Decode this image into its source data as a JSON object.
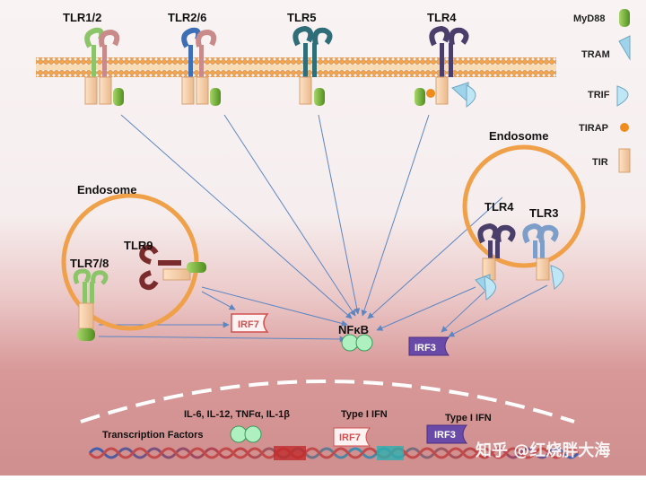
{
  "receptors": {
    "tlr12": "TLR1/2",
    "tlr26": "TLR2/6",
    "tlr5": "TLR5",
    "tlr4_surface": "TLR4",
    "tlr9": "TLR9",
    "tlr78": "TLR7/8",
    "tlr4_endo": "TLR4",
    "tlr3": "TLR3"
  },
  "compartments": {
    "endosome_left": "Endosome",
    "endosome_right": "Endosome"
  },
  "legend": {
    "myd88": "MyD88",
    "tram": "TRAM",
    "trif": "TRIF",
    "tirap": "TIRAP",
    "tir": "TIR"
  },
  "signals": {
    "irf7": "IRF7",
    "nfkb": "NFκB",
    "irf3": "IRF3"
  },
  "nucleus": {
    "cytokines": "IL-6, IL-12, TNFα, IL-1β",
    "type1_ifn_a": "Type I IFN",
    "type1_ifn_b": "Type I IFN",
    "transcription_factors": "Transcription Factors",
    "irf7_tag": "IRF7",
    "irf3_tag": "IRF3"
  },
  "watermark": "知乎 @红烧胖大海",
  "colors": {
    "myd88": "#7cb832",
    "tram": "#9fd3ea",
    "tir": "#f5c8a0",
    "tirap": "#f08c1c",
    "irf3": "#6a4aa8",
    "membrane": "#f0a048"
  }
}
